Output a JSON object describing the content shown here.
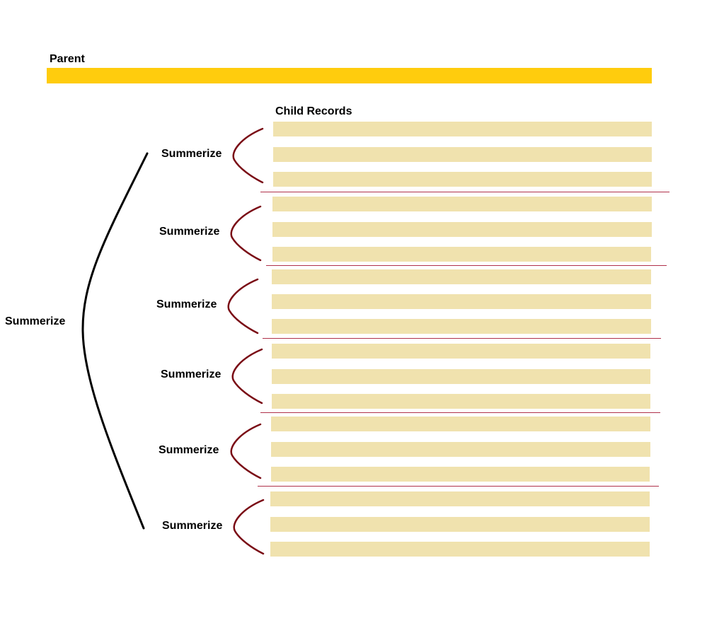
{
  "parent": {
    "label": "Parent",
    "bar_color": "#FFCC0D"
  },
  "child_section": {
    "label": "Child Records",
    "record_color": "#F0E2AE",
    "divider_color": "#B0314A"
  },
  "outer_summary": {
    "label": "Summerize",
    "brace_color": "#000000"
  },
  "group_brace_color": "#7A0B15",
  "groups": [
    {
      "label": "Summerize",
      "record_count": 3
    },
    {
      "label": "Summerize",
      "record_count": 3
    },
    {
      "label": "Summerize",
      "record_count": 3
    },
    {
      "label": "Summerize",
      "record_count": 3
    },
    {
      "label": "Summerize",
      "record_count": 3
    },
    {
      "label": "Summerize",
      "record_count": 3
    }
  ]
}
